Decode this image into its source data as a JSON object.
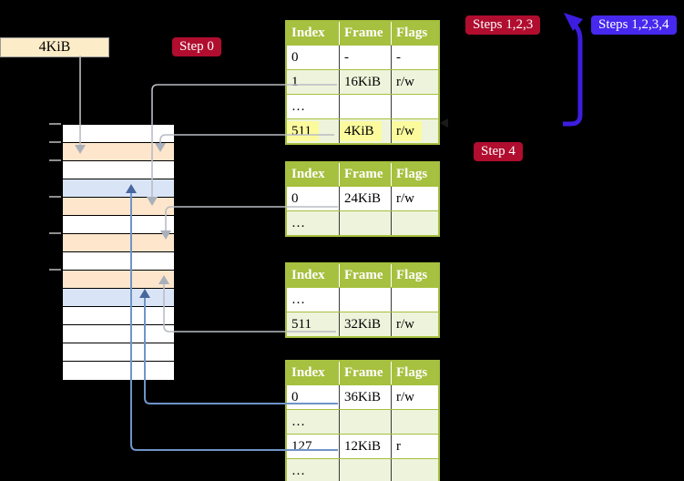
{
  "frame_label": "4KiB",
  "badges": {
    "step0": {
      "label": "Step 0",
      "color": "#b00d2f"
    },
    "steps123": {
      "label": "Steps 1,2,3",
      "color": "#b00d2f"
    },
    "steps1234": {
      "label": "Steps 1,2,3,4",
      "color": "#4728ef"
    },
    "step4": {
      "label": "Step 4",
      "color": "#b00d2f"
    }
  },
  "memory": {
    "rows": [
      "white",
      "peach",
      "white",
      "blue",
      "peach",
      "white",
      "peach",
      "white",
      "peach",
      "blue",
      "white",
      "white",
      "white",
      "white"
    ]
  },
  "tables": [
    {
      "name": "page-table-1",
      "headers": [
        "Index",
        "Frame",
        "Flags"
      ],
      "rows": [
        {
          "index": "0",
          "frame": "-",
          "flags": "-"
        },
        {
          "index": "1",
          "frame": "16KiB",
          "flags": "r/w"
        },
        {
          "index": "…",
          "frame": "",
          "flags": ""
        },
        {
          "index": "511",
          "frame": "4KiB",
          "flags": "r/w",
          "highlight": true
        }
      ]
    },
    {
      "name": "page-table-2",
      "headers": [
        "Index",
        "Frame",
        "Flags"
      ],
      "rows": [
        {
          "index": "0",
          "frame": "24KiB",
          "flags": "r/w"
        },
        {
          "index": "…",
          "frame": "",
          "flags": ""
        }
      ]
    },
    {
      "name": "page-table-3",
      "headers": [
        "Index",
        "Frame",
        "Flags"
      ],
      "rows": [
        {
          "index": "…",
          "frame": "",
          "flags": ""
        },
        {
          "index": "511",
          "frame": "32KiB",
          "flags": "r/w"
        }
      ]
    },
    {
      "name": "page-table-4",
      "headers": [
        "Index",
        "Frame",
        "Flags"
      ],
      "rows": [
        {
          "index": "0",
          "frame": "36KiB",
          "flags": "r/w"
        },
        {
          "index": "…",
          "frame": "",
          "flags": ""
        },
        {
          "index": "127",
          "frame": "12KiB",
          "flags": "r"
        },
        {
          "index": "…",
          "frame": "",
          "flags": ""
        }
      ]
    }
  ],
  "palette": {
    "background": "#000000",
    "table_header_green": "#a6c03f",
    "table_row_alt_green": "#eef3dc",
    "highlight_yellow": "#fbfb9e",
    "memory_peach": "#fde6cc",
    "memory_blue": "#d9e5f6",
    "badge_red": "#b00d2f",
    "badge_blue": "#4728ef",
    "connector_gray": "#b9bdc4",
    "connector_steelblue": "#6f94c8",
    "connector_steelblue_head": "#47679f",
    "loop_arrow_blue": "#3d1de0",
    "frame_label_bg": "#fcecc8"
  }
}
